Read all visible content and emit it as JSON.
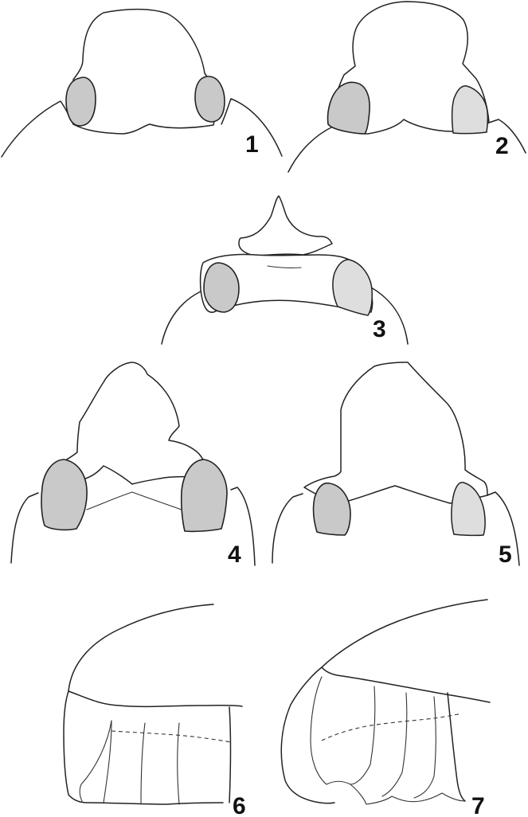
{
  "plate": {
    "figures": [
      {
        "id": "fig1",
        "label": "1",
        "view": "dorsal"
      },
      {
        "id": "fig2",
        "label": "2",
        "view": "dorsal"
      },
      {
        "id": "fig3",
        "label": "3",
        "view": "dorsal"
      },
      {
        "id": "fig4",
        "label": "4",
        "view": "dorsal"
      },
      {
        "id": "fig5",
        "label": "5",
        "view": "dorsal"
      },
      {
        "id": "fig6",
        "label": "6",
        "view": "lateral"
      },
      {
        "id": "fig7",
        "label": "7",
        "view": "lateral"
      }
    ],
    "colors": {
      "line": "#222222",
      "eye_fill": "#c9c9c9",
      "eye_fill_light": "#dedede",
      "background": "#ffffff"
    }
  }
}
